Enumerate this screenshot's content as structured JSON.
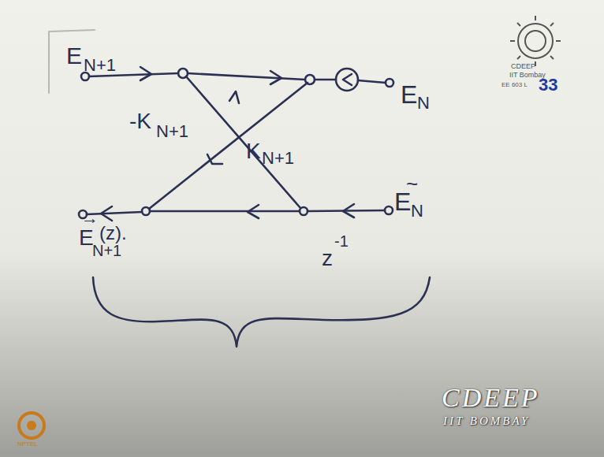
{
  "diagram": {
    "labels": [
      "E",
      "N+1",
      "E",
      "N",
      "-K",
      "N+1",
      "K",
      "N+1",
      "E",
      "N",
      "~",
      "→",
      "E",
      "N+1",
      "(z).",
      "z",
      "-1",
      "CDEEP",
      "IIT Bombay",
      "EE 603 L",
      "33",
      "CDEEP",
      "IIT BOMBAY",
      "NPTEL"
    ]
  }
}
